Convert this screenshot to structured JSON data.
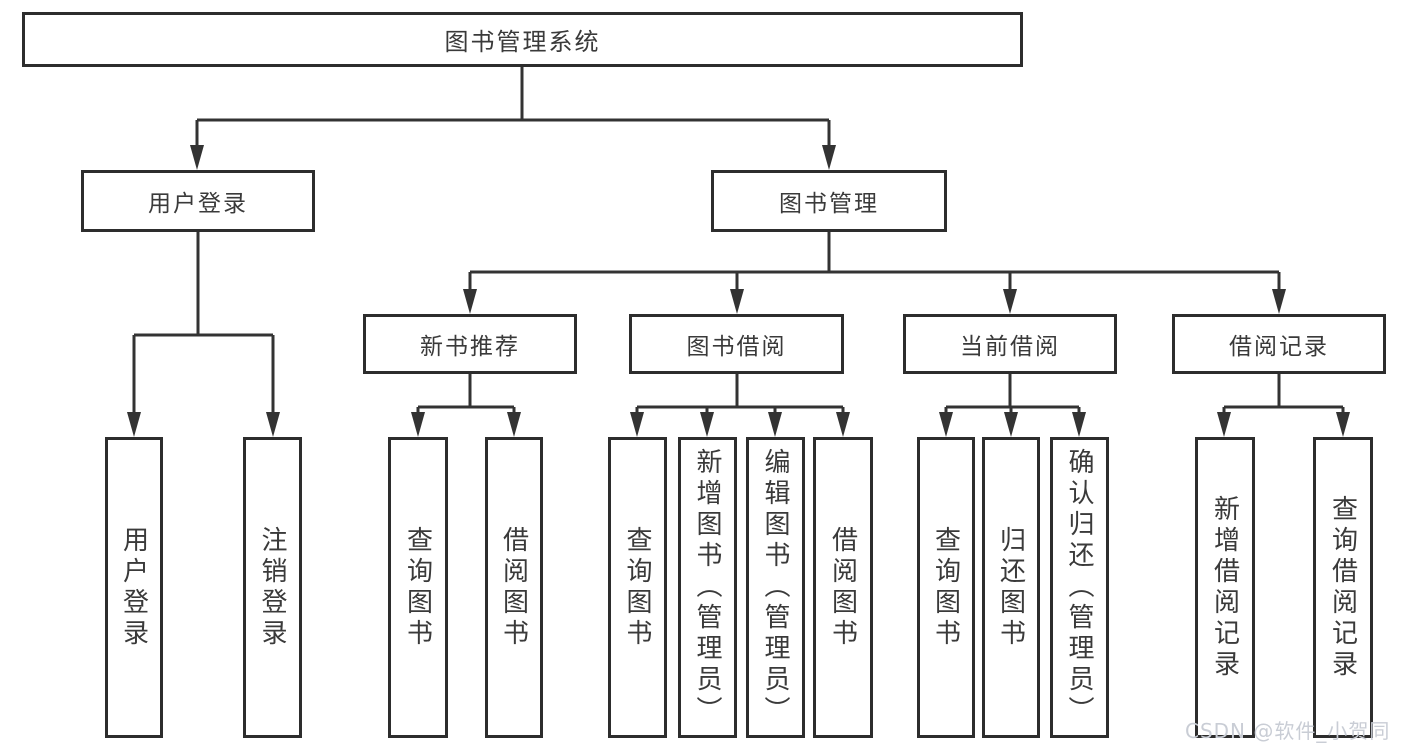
{
  "root": {
    "label": "图书管理系统"
  },
  "branches": [
    {
      "label": "用户登录",
      "children": [
        {
          "label": "用户登录"
        },
        {
          "label": "注销登录"
        }
      ]
    },
    {
      "label": "图书管理",
      "children": [
        {
          "label": "新书推荐",
          "children": [
            {
              "label": "查询图书"
            },
            {
              "label": "借阅图书"
            }
          ]
        },
        {
          "label": "图书借阅",
          "children": [
            {
              "label": "查询图书"
            },
            {
              "label": "新增图书（管理员）"
            },
            {
              "label": "编辑图书（管理员）"
            },
            {
              "label": "借阅图书"
            }
          ]
        },
        {
          "label": "当前借阅",
          "children": [
            {
              "label": "查询图书"
            },
            {
              "label": "归还图书"
            },
            {
              "label": "确认归还（管理员）"
            }
          ]
        },
        {
          "label": "借阅记录",
          "children": [
            {
              "label": "新增借阅记录"
            },
            {
              "label": "查询借阅记录"
            }
          ]
        }
      ]
    }
  ],
  "watermark": {
    "text": "CSDN @软件_小贺同学",
    "color": "#c9cdd5"
  },
  "colors": {
    "box_border": "#2d2d2d",
    "connector": "#333333",
    "text": "#3a3a3a",
    "background": "#ffffff"
  }
}
